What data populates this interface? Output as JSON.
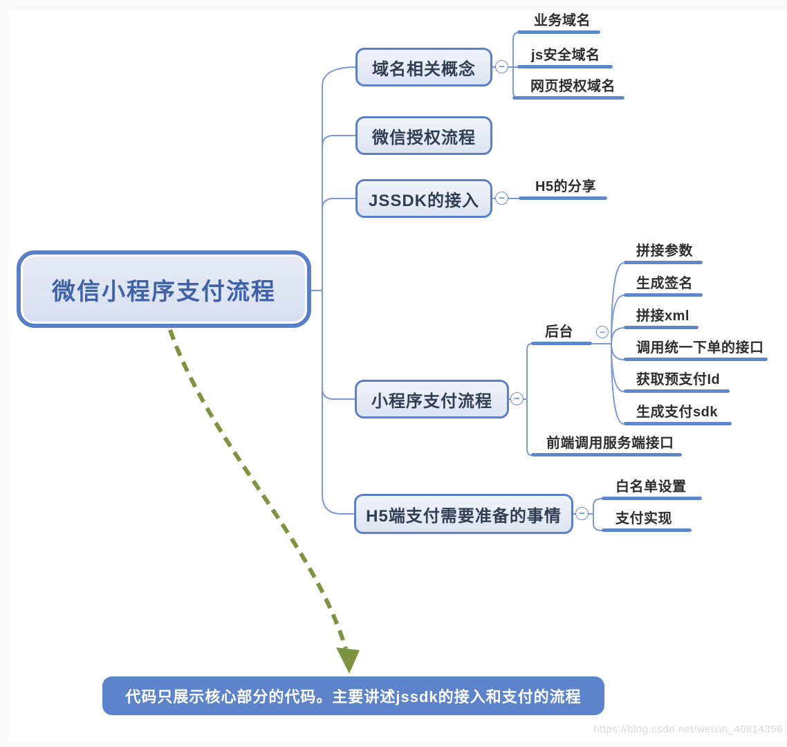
{
  "root": {
    "label": "微信小程序支付流程"
  },
  "topics": [
    {
      "label": "域名相关概念",
      "children": [
        "业务域名",
        "js安全域名",
        "网页授权域名"
      ]
    },
    {
      "label": "微信授权流程",
      "children": []
    },
    {
      "label": "JSSDK的接入",
      "children": [
        "H5的分享"
      ]
    },
    {
      "label": "小程序支付流程",
      "children": [
        {
          "label": "后台",
          "children": [
            "拼接参数",
            "生成签名",
            "拼接xml",
            "调用统一下单的接口",
            "获取预支付Id",
            "生成支付sdk"
          ]
        },
        {
          "label": "前端调用服务端接口"
        }
      ]
    },
    {
      "label": "H5端支付需要准备的事情",
      "children": [
        "白名单设置",
        "支付实现"
      ]
    }
  ],
  "note": {
    "label": "代码只展示核心部分的代码。主要讲述jssdk的接入和支付的流程"
  },
  "watermark": {
    "text": "https://blog.csdn.net/weixin_40814356"
  },
  "icons": {
    "collapse": "−"
  },
  "colors": {
    "node_border": "#5b7fc6",
    "root_fill": "#dde4f3",
    "topic_fill": "#e9eef7",
    "connector": "#7b97d4",
    "underline": "#6087cc",
    "root_text": "#3e61a8",
    "topic_text": "#313e52",
    "leaf_text": "#2d2d2d",
    "note_bg": "#5d83ca",
    "note_text": "#ffffff",
    "arrow": "#7d9340",
    "watermark_text": "#d9d9d9"
  }
}
